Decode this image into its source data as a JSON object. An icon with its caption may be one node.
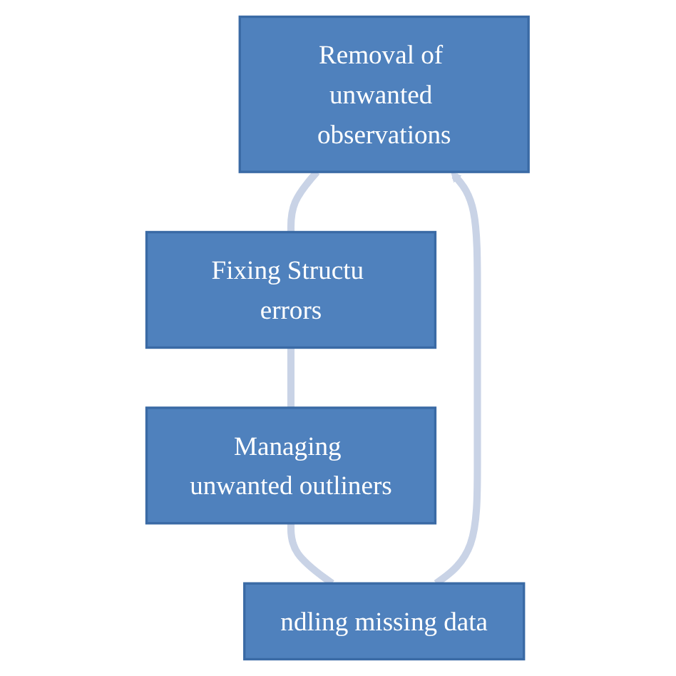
{
  "diagram": {
    "nodes": [
      {
        "text": [
          "Removal of unwanted observations"
        ]
      },
      {
        "text": [
          "ndling missing data"
        ]
      },
      {
        "text": [
          "Fixing Structu errors"
        ]
      },
      {
        "text": [
          "Managing unwanted outliners"
        ]
      }
    ],
    "edges": [
      {
        "from": 0,
        "to": 2,
        "arrow": "none"
      },
      {
        "from": 2,
        "to": 3,
        "arrow": "none"
      },
      {
        "from": 3,
        "to": 1,
        "arrow": "none"
      },
      {
        "from": 1,
        "to": 0,
        "arrow": "to"
      }
    ]
  }
}
